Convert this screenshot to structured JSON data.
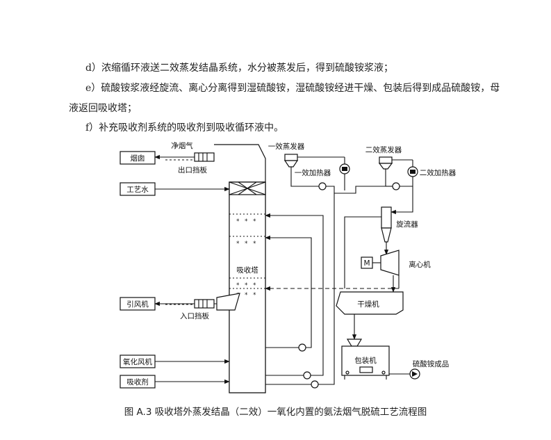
{
  "text": {
    "para_d": "d）浓缩循环液送二效蒸发结晶系统，水分被蒸发后，得到硫酸铵浆液；",
    "para_e_line1": "e）硫酸铵浆液经旋流、离心分离得到湿硫酸铵，湿硫酸铵经进干燥、包装后得到成品硫酸铵，母",
    "para_e_line2": "液返回吸收塔；",
    "para_f": "f）补充吸收剂系统的吸收剂到吸收循环液中。"
  },
  "diagram": {
    "labels": {
      "flue": "烟囱",
      "process_water": "工艺水",
      "induced_fan": "引风机",
      "oxidation_fan": "氧化风机",
      "absorbent": "吸收剂",
      "clean_gas": "净烟气",
      "outlet_damper": "出口挡板",
      "inlet_damper": "入口挡板",
      "absorber": "吸收塔",
      "evaporator1": "一效蒸发器",
      "evaporator2": "二效蒸发器",
      "heater1": "一效加热器",
      "heater2": "二效加热器",
      "cyclone": "旋流器",
      "centrifuge": "离心机",
      "motor": "M",
      "dryer": "干燥机",
      "packager": "包装机",
      "product": "硫酸铵成品"
    }
  },
  "caption": "图 A.3 吸收塔外蒸发结晶（二效）一氧化内置的氨法烟气脱硫工艺流程图"
}
